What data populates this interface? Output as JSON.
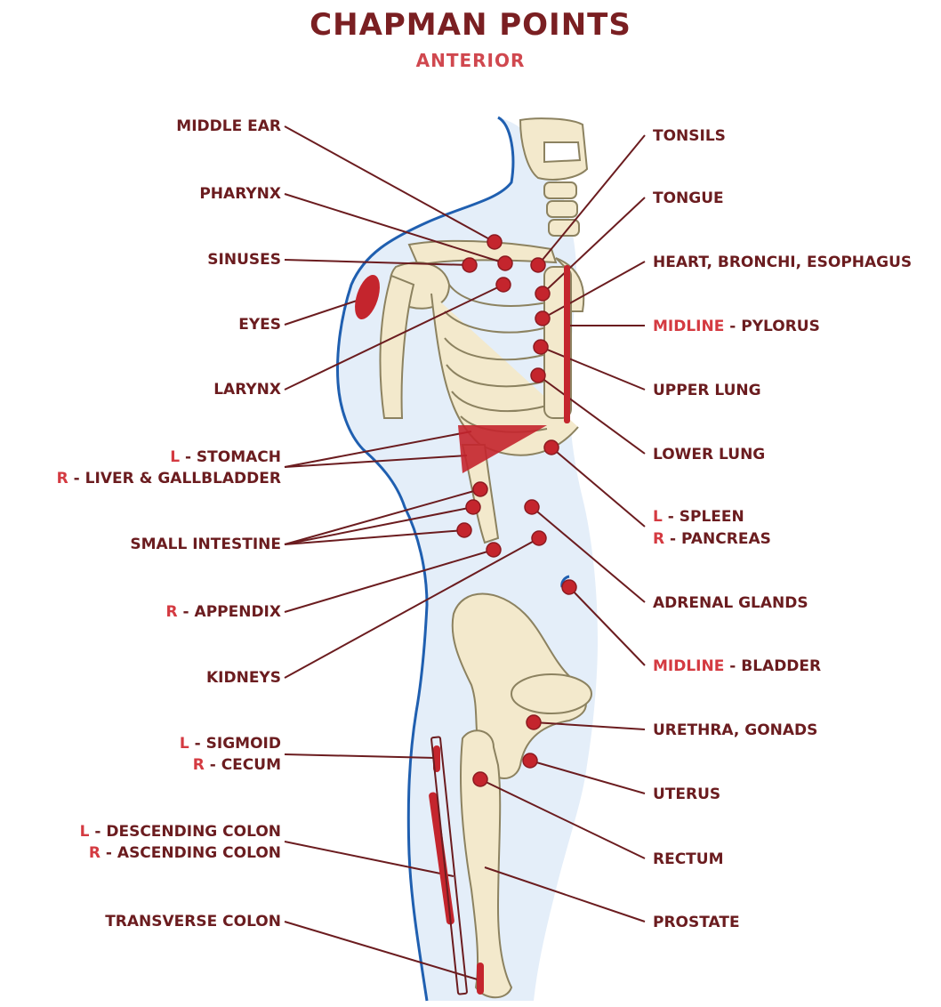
{
  "title": "CHAPMAN POINTS",
  "subtitle": "ANTERIOR",
  "colors": {
    "title": "#7a1f22",
    "subtitle": "#d0484f",
    "label": "#6b1c1f",
    "highlight": "#d43a41",
    "point": "#c4252d",
    "bone": "#f3e9cc",
    "body": "#e4eef9",
    "outline": "#1f5fb0"
  },
  "labels": {
    "middle_ear": "MIDDLE EAR",
    "pharynx": "PHARYNX",
    "sinuses": "SINUSES",
    "eyes": "EYES",
    "larynx": "LARYNX",
    "stomach_prefix": "L",
    "stomach": " - STOMACH",
    "liver_prefix": "R",
    "liver": " - LIVER & GALLBLADDER",
    "small_intestine": "SMALL INTESTINE",
    "appendix_prefix": "R",
    "appendix": " - APPENDIX",
    "kidneys": "KIDNEYS",
    "sigmoid_prefix": "L",
    "sigmoid": " - SIGMOID",
    "cecum_prefix": "R",
    "cecum": " - CECUM",
    "desc_colon_prefix": "L",
    "desc_colon": " - DESCENDING COLON",
    "asc_colon_prefix": "R",
    "asc_colon": " - ASCENDING COLON",
    "transverse_colon": "TRANSVERSE COLON",
    "tonsils": "TONSILS",
    "tongue": "TONGUE",
    "heart": "HEART, BRONCHI, ESOPHAGUS",
    "pylorus_prefix": "MIDLINE",
    "pylorus": " - PYLORUS",
    "upper_lung": "UPPER LUNG",
    "lower_lung": "LOWER LUNG",
    "spleen_prefix": "L",
    "spleen": " - SPLEEN",
    "pancreas_prefix": "R",
    "pancreas": " - PANCREAS",
    "adrenal": "ADRENAL GLANDS",
    "bladder_prefix": "MIDLINE",
    "bladder": " - BLADDER",
    "urethra": "URETHRA, GONADS",
    "uterus": "UTERUS",
    "rectum": "RECTUM",
    "prostate": "PROSTATE"
  }
}
